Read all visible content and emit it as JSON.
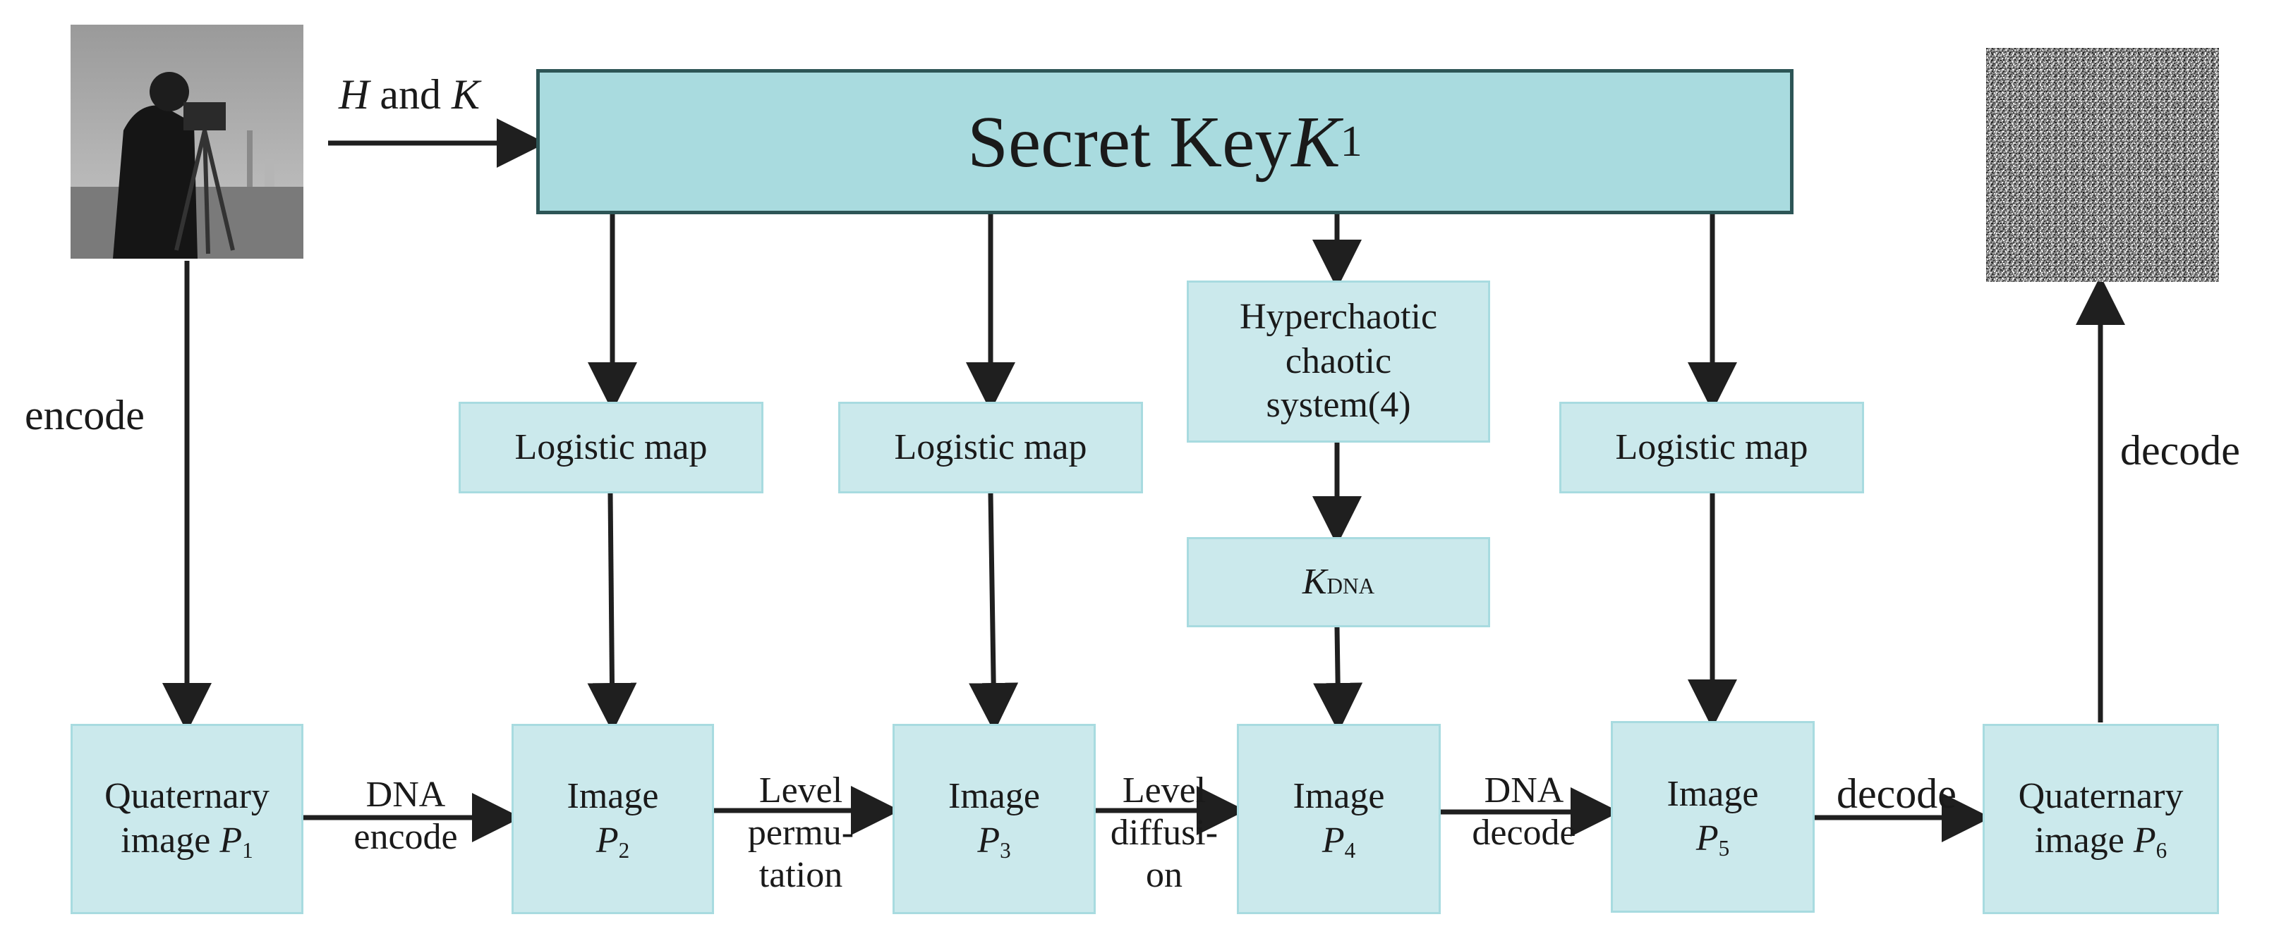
{
  "key_box": {
    "text": "Secret Key ",
    "var": "K",
    "sub": "1"
  },
  "input_label": {
    "var1": "H",
    "mid": " and ",
    "var2": "K"
  },
  "labels": {
    "encode": "encode",
    "decode_right": "decode",
    "decode_bottom": "decode",
    "dna_encode": [
      "DNA",
      "encode"
    ],
    "level_permutation": [
      "Level",
      "permu-",
      "tation"
    ],
    "level_diffusion": [
      "Level",
      "diffusi-",
      "on"
    ],
    "dna_decode": [
      "DNA",
      "decode"
    ]
  },
  "maps": {
    "logistic_1": "Logistic map",
    "logistic_2": "Logistic map",
    "hyperchaotic": [
      "Hyperchaotic",
      "chaotic",
      "system(4)"
    ],
    "logistic_3": "Logistic map",
    "kdna": {
      "var": "K",
      "sub": "DNA"
    }
  },
  "stages": [
    {
      "line1": "Quaternary",
      "line2_text": "image ",
      "var": "P",
      "sub": "1"
    },
    {
      "line1": "Image",
      "line2_text": "",
      "var": "P",
      "sub": "2"
    },
    {
      "line1": "Image",
      "line2_text": "",
      "var": "P",
      "sub": "3"
    },
    {
      "line1": "Image",
      "line2_text": "",
      "var": "P",
      "sub": "4"
    },
    {
      "line1": "Image",
      "line2_text": "",
      "var": "P",
      "sub": "5"
    },
    {
      "line1": "Quaternary",
      "line2_text": "image ",
      "var": "P",
      "sub": "6"
    }
  ],
  "colors": {
    "box_fill": "#cbe9ec",
    "box_border": "#a8dbe0",
    "key_fill": "#a9dbdf",
    "key_border": "#2d5556",
    "arrow": "#1f1f1f"
  }
}
